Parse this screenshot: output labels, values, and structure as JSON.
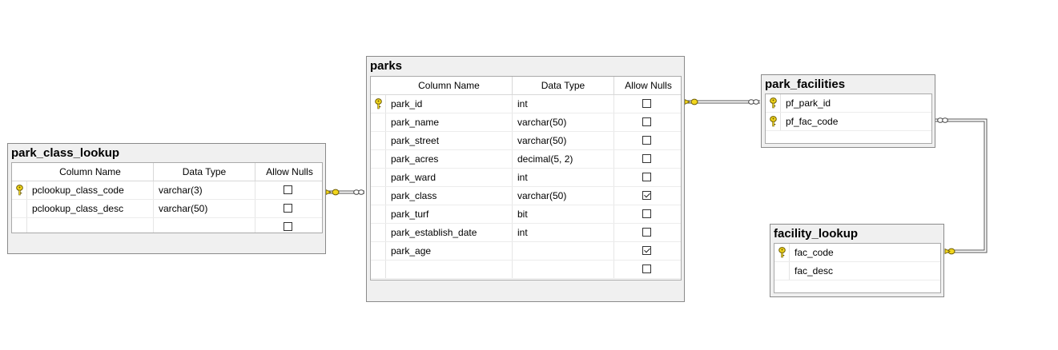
{
  "tables": {
    "park_class_lookup": {
      "title": "park_class_lookup",
      "headers": [
        "Column Name",
        "Data Type",
        "Allow Nulls"
      ],
      "rows": [
        {
          "name": "pclookup_class_code",
          "type": "varchar(3)",
          "nulls": false,
          "key": true
        },
        {
          "name": "pclookup_class_desc",
          "type": "varchar(50)",
          "nulls": false,
          "key": false
        },
        {
          "name": "",
          "type": "",
          "nulls": false,
          "key": false
        }
      ]
    },
    "parks": {
      "title": "parks",
      "headers": [
        "Column Name",
        "Data Type",
        "Allow Nulls"
      ],
      "rows": [
        {
          "name": "park_id",
          "type": "int",
          "nulls": false,
          "key": true
        },
        {
          "name": "park_name",
          "type": "varchar(50)",
          "nulls": false,
          "key": false
        },
        {
          "name": "park_street",
          "type": "varchar(50)",
          "nulls": false,
          "key": false
        },
        {
          "name": "park_acres",
          "type": "decimal(5, 2)",
          "nulls": false,
          "key": false
        },
        {
          "name": "park_ward",
          "type": "int",
          "nulls": false,
          "key": false
        },
        {
          "name": "park_class",
          "type": "varchar(50)",
          "nulls": true,
          "key": false
        },
        {
          "name": "park_turf",
          "type": "bit",
          "nulls": false,
          "key": false
        },
        {
          "name": "park_establish_date",
          "type": "int",
          "nulls": false,
          "key": false
        },
        {
          "name": "park_age",
          "type": "",
          "nulls": true,
          "key": false
        },
        {
          "name": "",
          "type": "",
          "nulls": false,
          "key": false
        }
      ]
    },
    "park_facilities": {
      "title": "park_facilities",
      "rows": [
        {
          "name": "pf_park_id",
          "key": true
        },
        {
          "name": "pf_fac_code",
          "key": true
        }
      ]
    },
    "facility_lookup": {
      "title": "facility_lookup",
      "rows": [
        {
          "name": "fac_code",
          "key": true
        },
        {
          "name": "fac_desc",
          "key": false
        }
      ]
    }
  },
  "colors": {
    "key_fill": "#f2d61d",
    "key_stroke": "#6b5a00",
    "relationship_line": "#555555"
  }
}
